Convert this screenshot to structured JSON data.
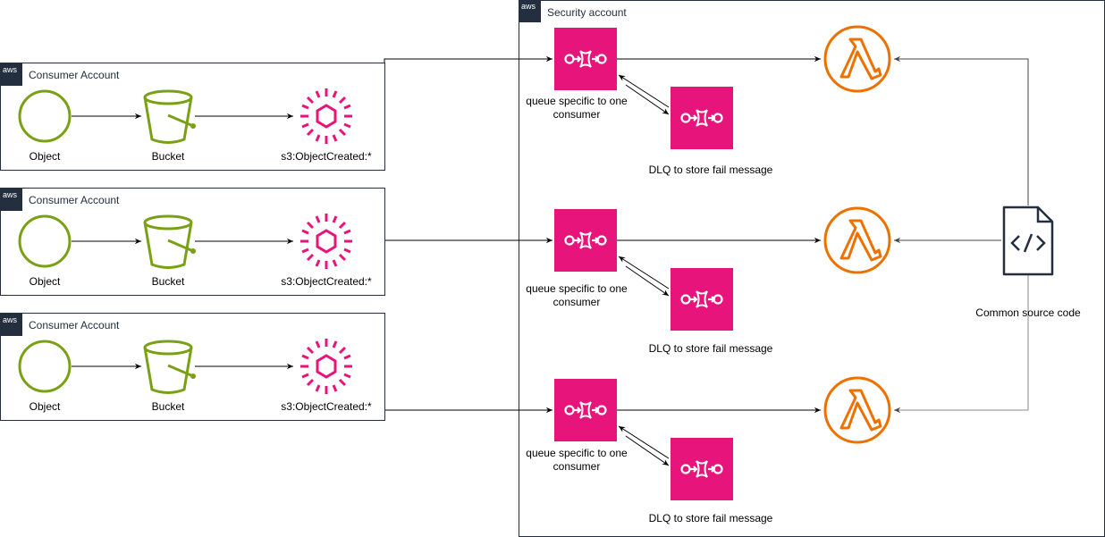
{
  "security_account": {
    "title": "Security account",
    "badge": "aws"
  },
  "consumers": [
    {
      "title": "Consumer Account",
      "badge": "aws",
      "object_label": "Object",
      "bucket_label": "Bucket",
      "event_label": "s3:ObjectCreated:*"
    },
    {
      "title": "Consumer Account",
      "badge": "aws",
      "object_label": "Object",
      "bucket_label": "Bucket",
      "event_label": "s3:ObjectCreated:*"
    },
    {
      "title": "Consumer Account",
      "badge": "aws",
      "object_label": "Object",
      "bucket_label": "Bucket",
      "event_label": "s3:ObjectCreated:*"
    }
  ],
  "queues": [
    {
      "label": "queue specific to one consumer",
      "dlq_label": "DLQ to store fail message"
    },
    {
      "label": "queue specific to one consumer",
      "dlq_label": "DLQ to store fail message"
    },
    {
      "label": "queue specific to one consumer",
      "dlq_label": "DLQ to store fail message"
    }
  ],
  "source_code": {
    "label": "Common source code"
  },
  "colors": {
    "s3_green": "#7AA116",
    "sqs_pink": "#E7157B",
    "lambda_orange": "#ED7100",
    "aws_dark": "#232F3E"
  },
  "icons": {
    "object": "circle-icon",
    "bucket": "s3-bucket-icon",
    "event": "event-burst-icon",
    "queue": "sqs-queue-icon",
    "lambda": "lambda-icon",
    "code": "source-code-file-icon"
  }
}
